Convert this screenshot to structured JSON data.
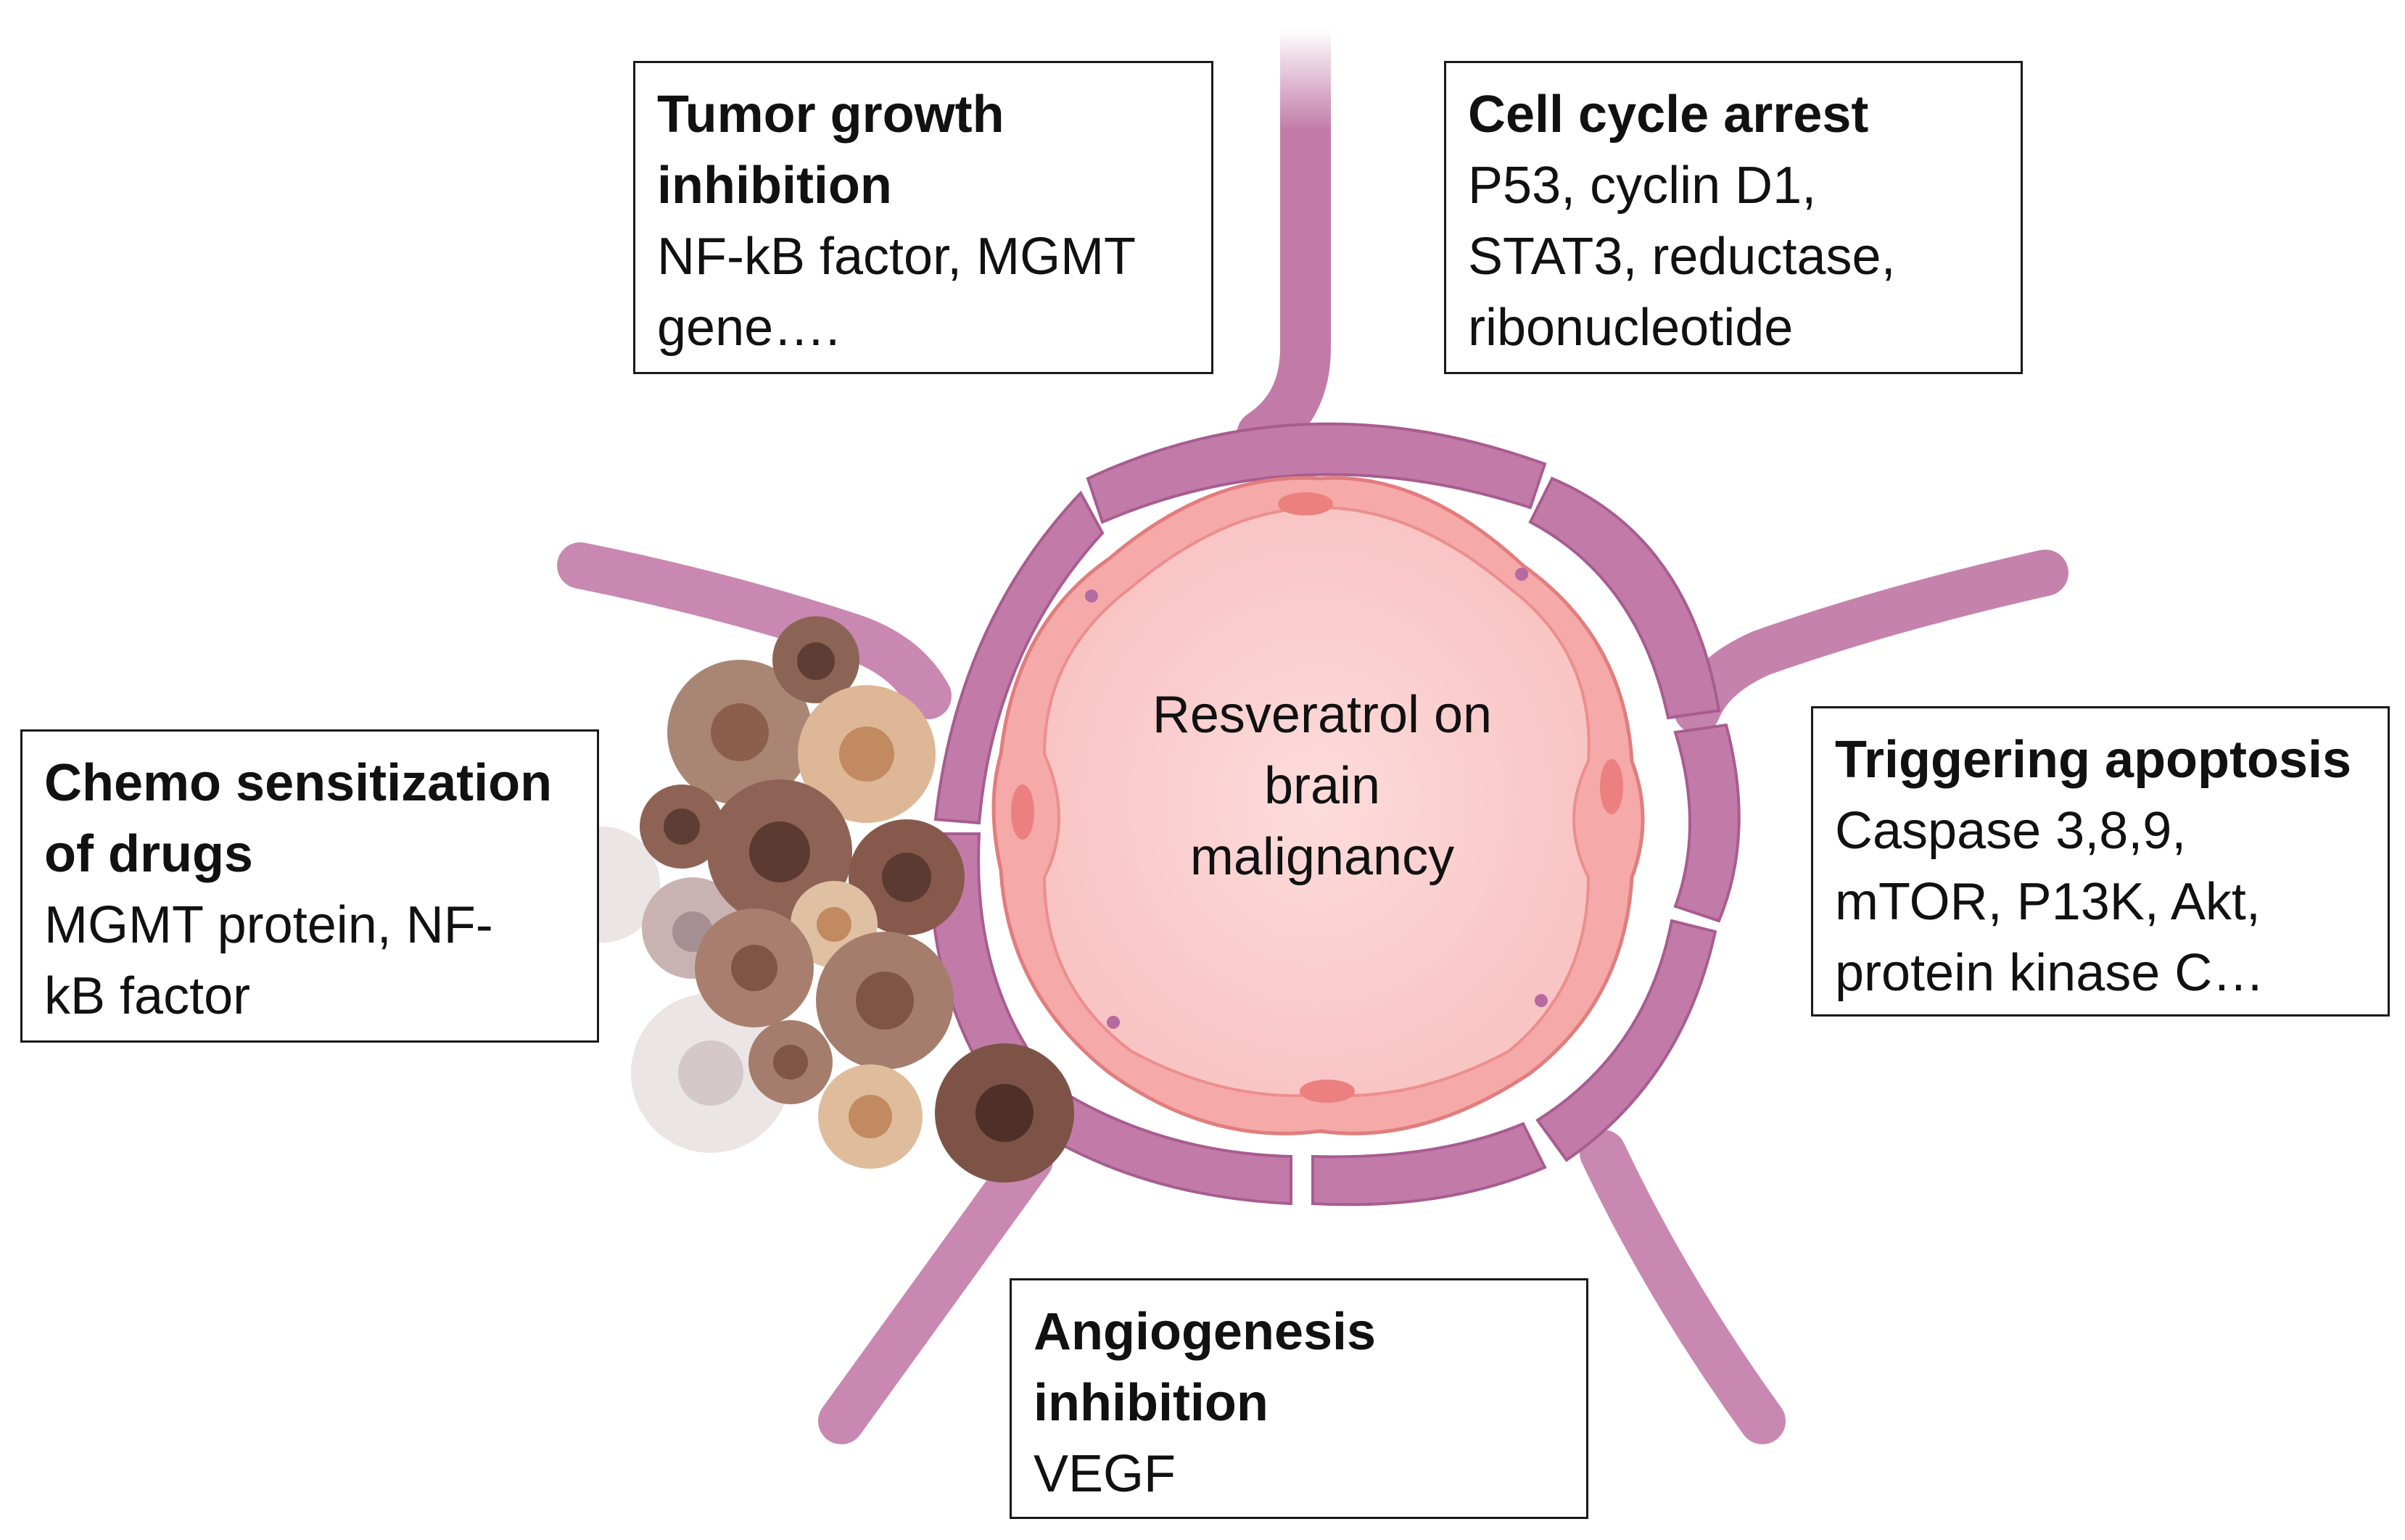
{
  "center": {
    "line1": "Resveratrol on",
    "line2": "brain",
    "line3": "malignancy"
  },
  "boxes": {
    "tumor": {
      "title1": "Tumor growth",
      "title2": "inhibition",
      "body1": "NF-kB factor, MGMT",
      "body2": "gene…."
    },
    "cellcycle": {
      "title1": "Cell cycle arrest",
      "body1": "P53, cyclin D1,",
      "body2": "STAT3, reductase,",
      "body3": "ribonucleotide"
    },
    "apoptosis": {
      "title1": "Triggering apoptosis",
      "body1": "Caspase 3,8,9,",
      "body2": "mTOR, P13K, Akt,",
      "body3": "protein kinase C…"
    },
    "chemo": {
      "title1": "Chemo sensitization",
      "title2": "of drugs",
      "body1": "MGMT protein, NF-",
      "body2": "kB factor"
    },
    "angio": {
      "title1": "Angiogenesis",
      "title2": "inhibition",
      "body1": "VEGF"
    }
  },
  "colors": {
    "vessel_purple": "#c27ba8",
    "vessel_purple_dark": "#a85c90",
    "lumen_pink": "#fbd3d3",
    "endothelium": "#f08f8f",
    "tumor_brown": "#9b7464"
  }
}
